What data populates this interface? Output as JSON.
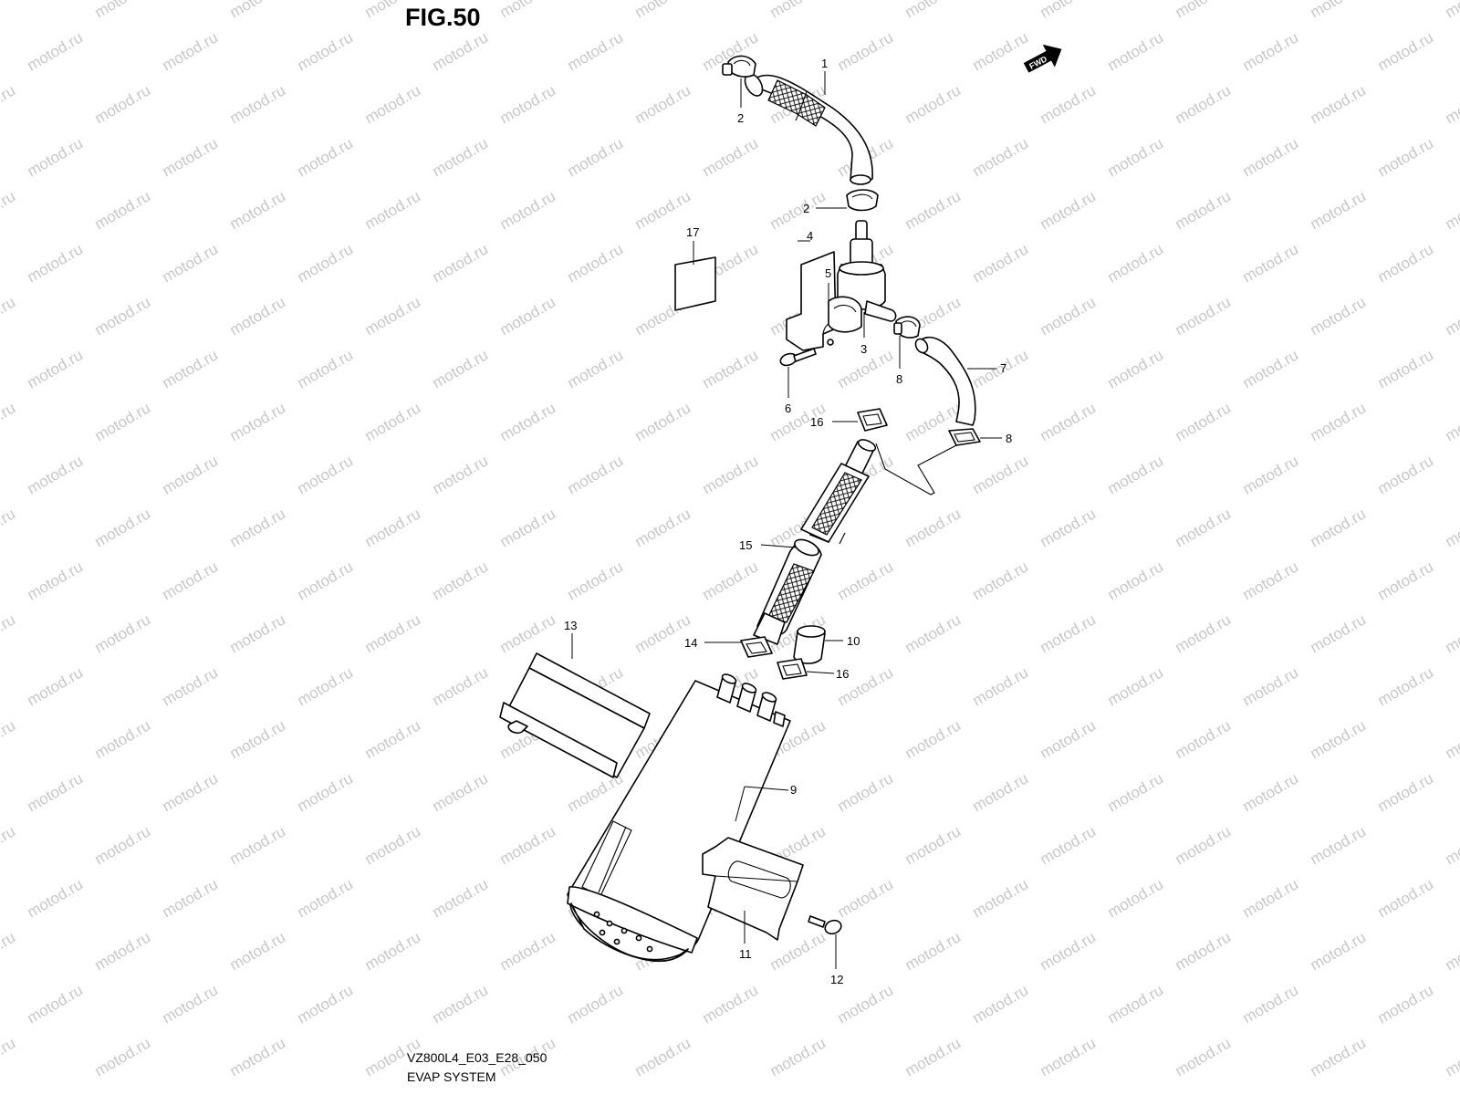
{
  "figure_title": "FIG.50",
  "footer": {
    "model_code": "VZ800L4_E03_E28_050",
    "section_name": "EVAP SYSTEM"
  },
  "watermark": "motod.ru",
  "fwd_badge": "FWD",
  "callouts": {
    "c1": "1",
    "c2a": "2",
    "c2b": "2",
    "c3": "3",
    "c4": "4",
    "c5": "5",
    "c6": "6",
    "c7": "7",
    "c8a": "8",
    "c8b": "8",
    "c9": "9",
    "c10": "10",
    "c11": "11",
    "c12": "12",
    "c13": "13",
    "c14": "14",
    "c15": "15",
    "c16a": "16",
    "c16b": "16",
    "c17": "17"
  }
}
